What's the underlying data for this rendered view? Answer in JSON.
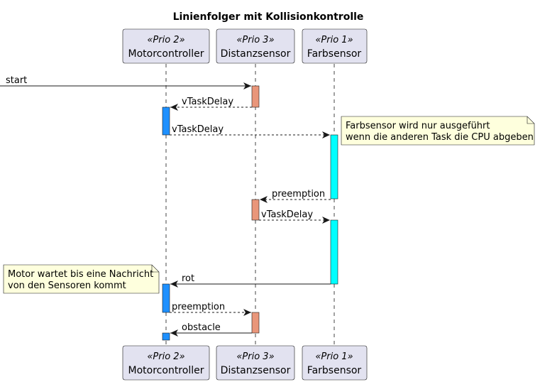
{
  "title": "Linienfolger mit Kollisionkontrolle",
  "participants": {
    "motor": {
      "stereotype": "«Prio 2»",
      "name": "Motorcontroller"
    },
    "distanz": {
      "stereotype": "«Prio 3»",
      "name": "Distanzsensor"
    },
    "farb": {
      "stereotype": "«Prio 1»",
      "name": "Farbsensor"
    }
  },
  "messages": {
    "start": "start",
    "m1": "vTaskDelay",
    "m2": "vTaskDelay",
    "m3": "preemption",
    "m4": "vTaskDelay",
    "m5": "rot",
    "m6": "preemption",
    "m7": "obstacle"
  },
  "notes": {
    "farb_line1": "Farbsensor wird nur ausgeführt",
    "farb_line2": "wenn die anderen Task die CPU abgeben",
    "motor_line1": "Motor wartet bis eine Nachricht",
    "motor_line2": "von den Sensoren kommt"
  },
  "colors": {
    "motor_activation": "#1E90FF",
    "distanz_activation": "#E9967A",
    "farb_activation": "#00FFFF",
    "participant_fill": "#E2E2F0",
    "note_fill": "#FEFFDD"
  }
}
